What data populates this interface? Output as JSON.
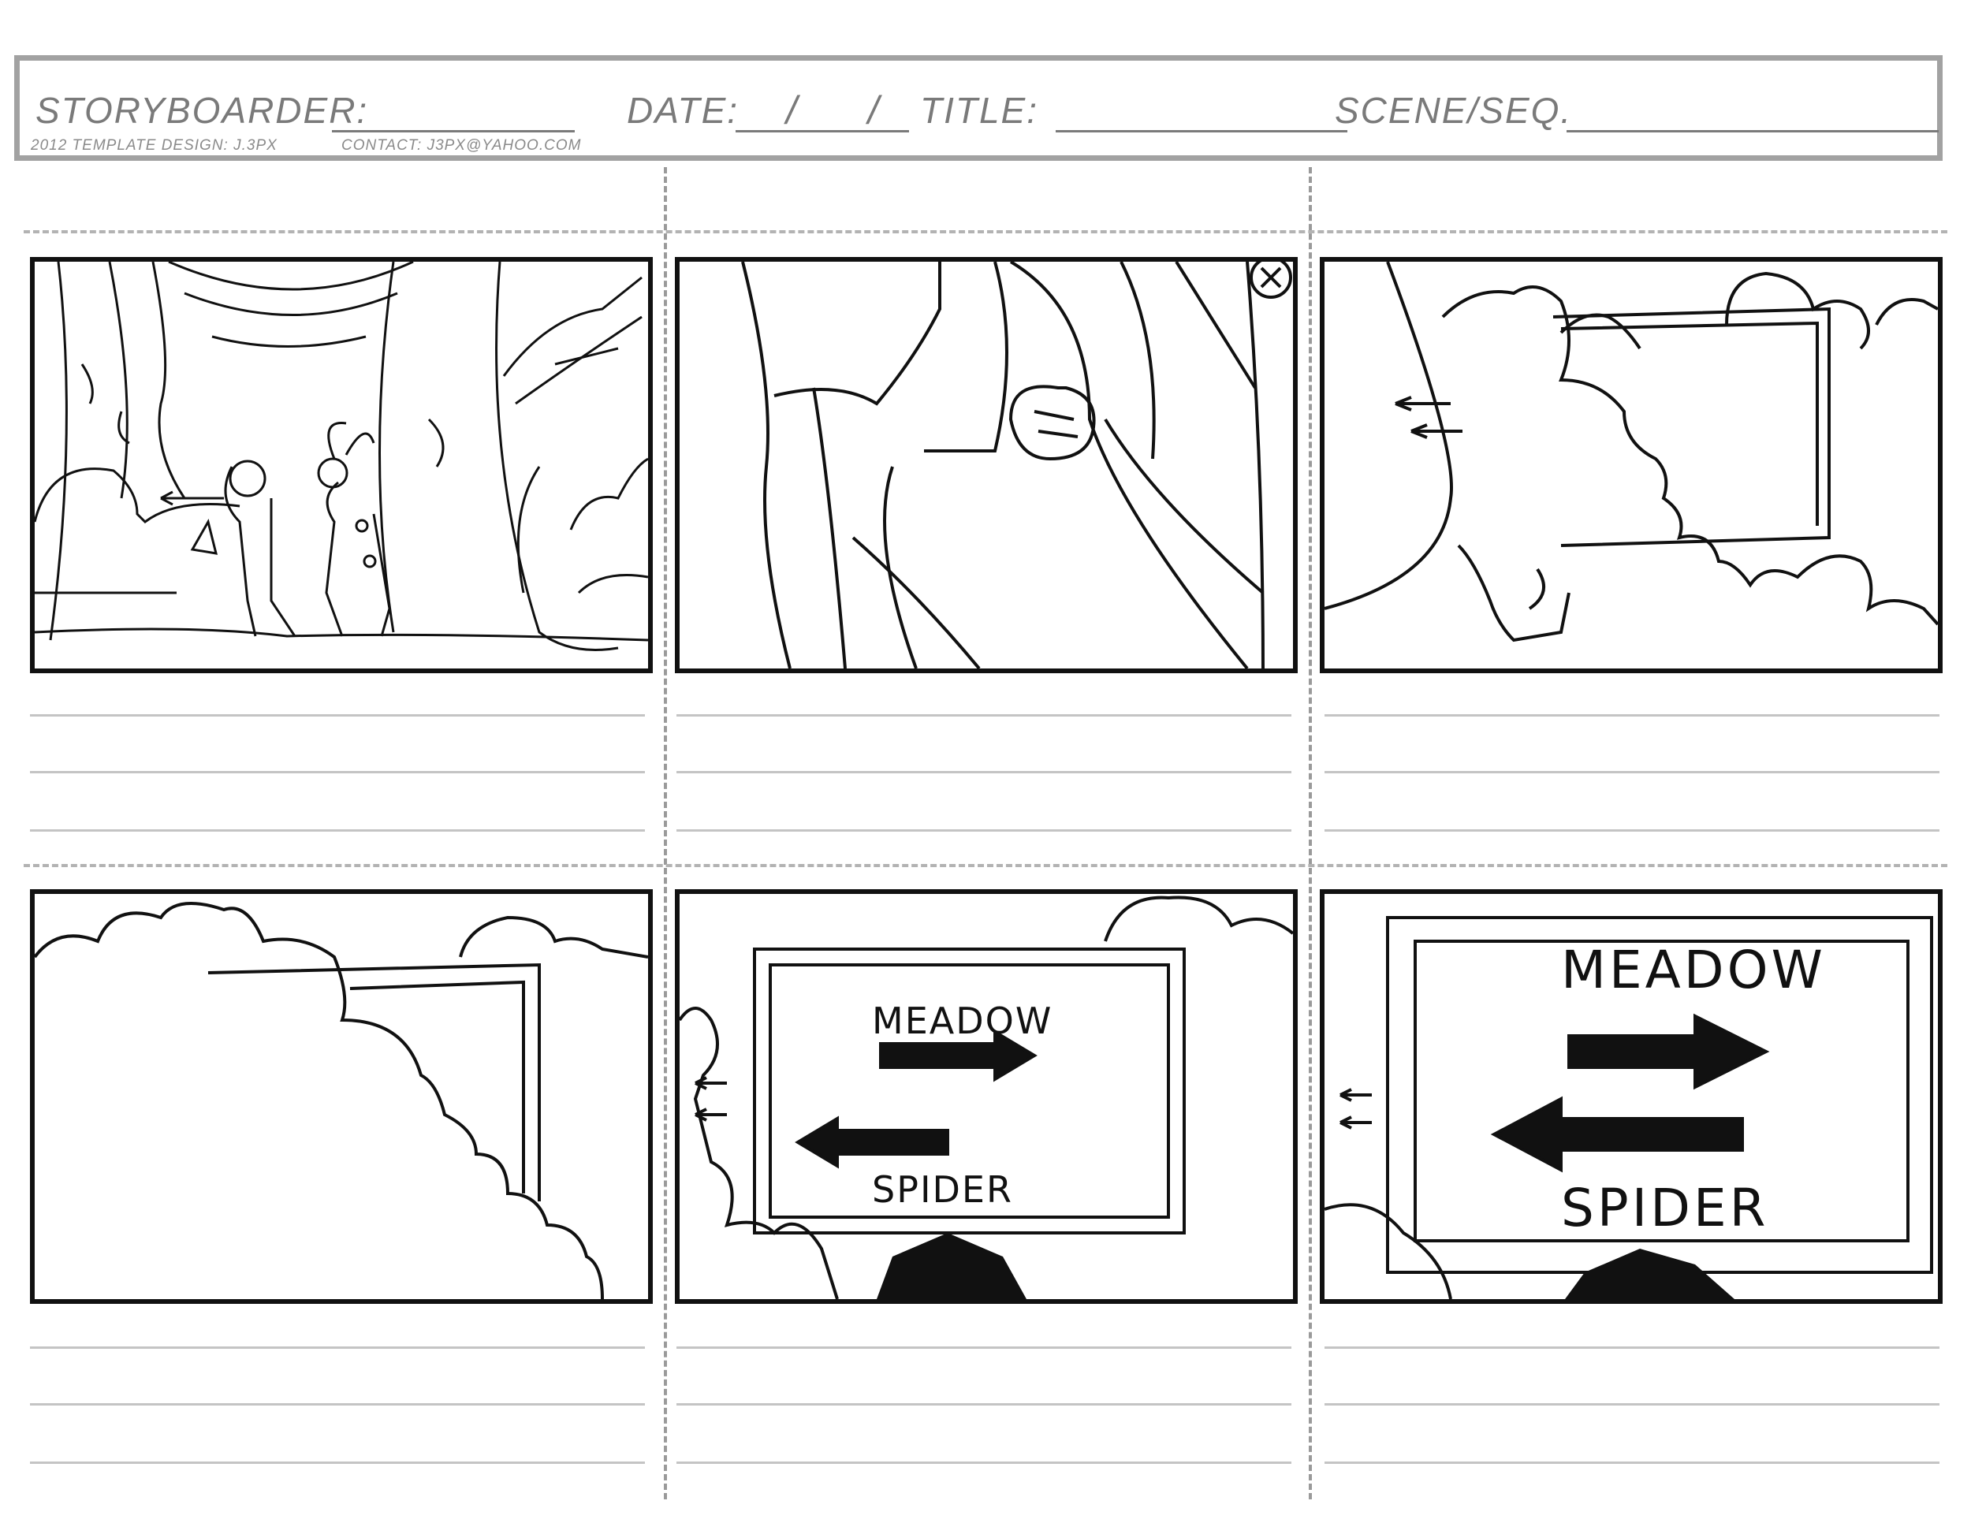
{
  "header": {
    "storyboarder_label": "STORYBOARDER:",
    "date_label": "DATE:",
    "date_slashes": "/ /",
    "title_label": "TITLE:",
    "scene_label": "SCENE/SEQ.",
    "credit": "2012 TEMPLATE DESIGN: J.3PX",
    "contact": "CONTACT: J3PX@YAHOO.COM"
  },
  "panels": [
    {
      "name": "forest-walk",
      "signs": []
    },
    {
      "name": "walking-closeup",
      "signs": []
    },
    {
      "name": "push-through-bushes",
      "signs": []
    },
    {
      "name": "bushes-cover-sign",
      "signs": []
    },
    {
      "name": "sign-reveal",
      "signs": [
        "MEADOW",
        "SPIDER"
      ]
    },
    {
      "name": "sign-closeup",
      "signs": [
        "MEADOW",
        "SPIDER"
      ]
    }
  ],
  "colors": {
    "frame": "#111111",
    "header_border": "#a2a2a2",
    "guide_lines": "#c4c4c4"
  }
}
